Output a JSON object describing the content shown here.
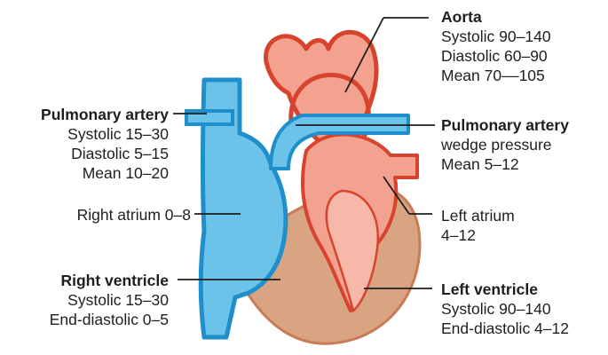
{
  "labels": {
    "aorta": {
      "title": "Aorta",
      "lines": [
        "Systolic 90–140",
        "Diastolic 60–90",
        "Mean 70––105"
      ]
    },
    "pulmonary_artery": {
      "title": "Pulmonary artery",
      "lines": [
        "Systolic 15–30",
        "Diastolic 5–15",
        "Mean 10–20"
      ]
    },
    "pulmonary_wedge": {
      "title": "Pulmonary artery",
      "lines": [
        "wedge pressure",
        "Mean 5–12"
      ]
    },
    "right_atrium": {
      "lines": [
        "Right atrium 0–8"
      ]
    },
    "left_atrium": {
      "lines": [
        "Left atrium",
        "4–12"
      ]
    },
    "right_ventricle": {
      "title": "Right ventricle",
      "lines": [
        "Systolic 15–30",
        "End-diastolic 0–5"
      ]
    },
    "left_ventricle": {
      "title": "Left ventricle",
      "lines": [
        "Systolic 90–140",
        "End-diastolic 4–12"
      ]
    }
  },
  "colors": {
    "right_heart_blue": "#6cc3ea",
    "blue_outline": "#1f8fcc",
    "left_heart_red": "#f2a28f",
    "red_outline": "#d8432d",
    "myocardium": "#d9a481",
    "leader_line": "#1e1e1e"
  }
}
